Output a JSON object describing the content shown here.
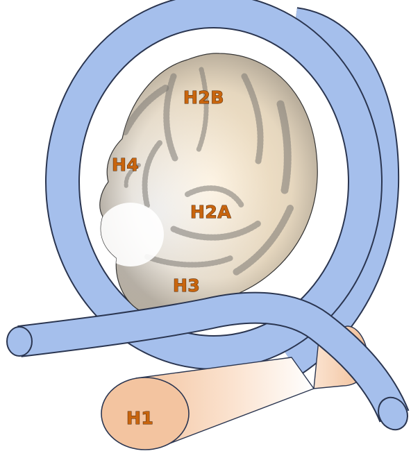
{
  "labels": {
    "h2b": "H2B",
    "h4": "H4",
    "h2a": "H2A",
    "h3": "H3",
    "h1": "H1"
  },
  "colors": {
    "dna": "#a5bfec",
    "dna_outline": "#2a3550",
    "core": "#fcefd6",
    "h1": "#f3c4a0",
    "label": "#c8650e"
  }
}
